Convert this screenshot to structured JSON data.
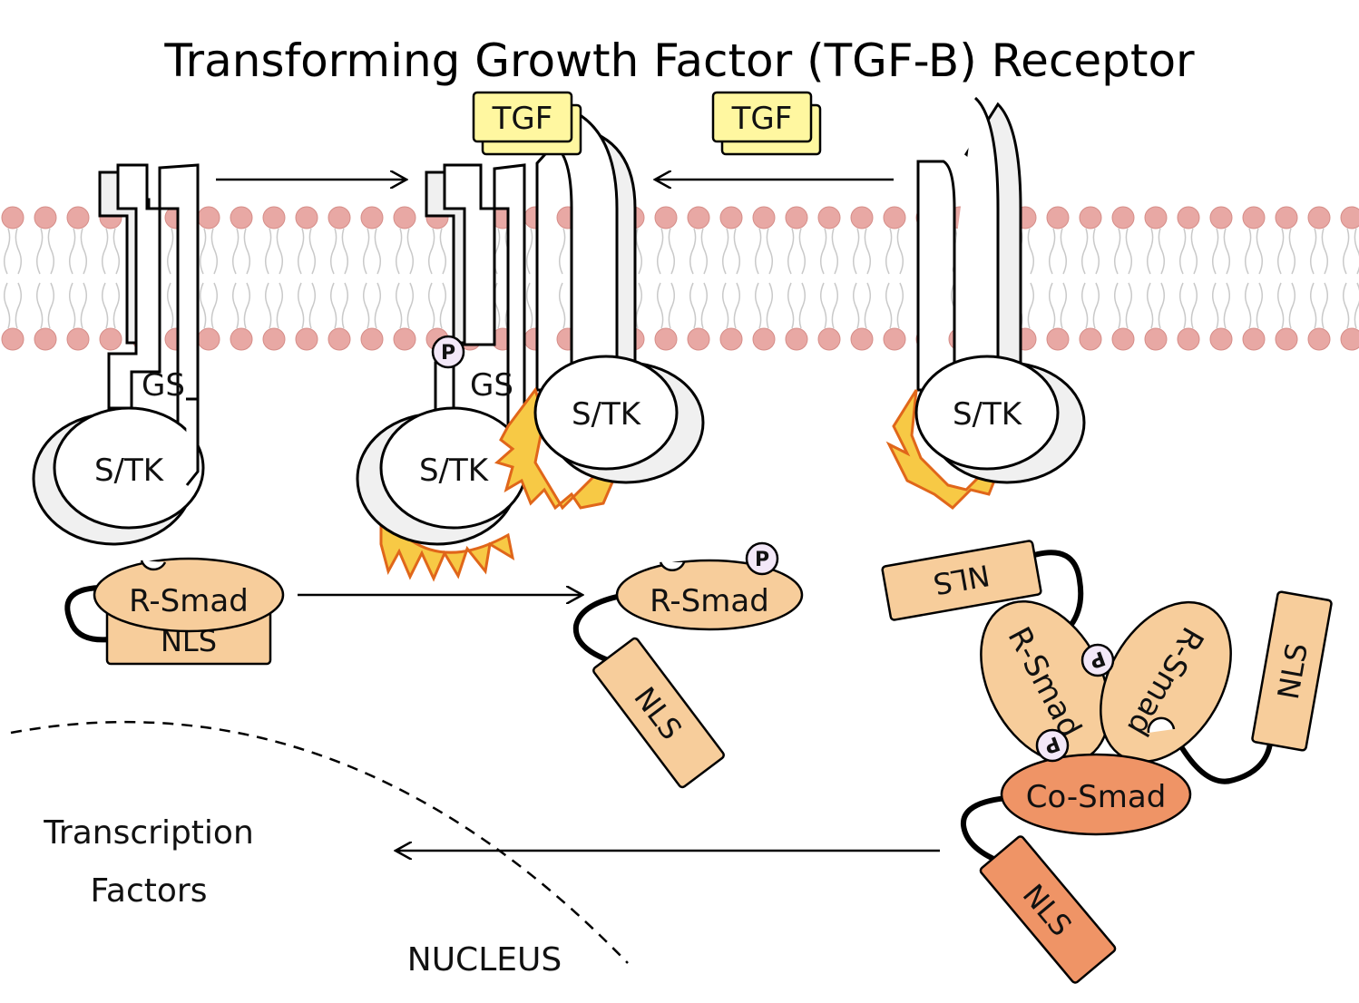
{
  "title": "Transforming Growth Factor (TGF-B) Receptor",
  "ligand_label": "TGF",
  "kinase_label": "S/TK",
  "gs_label": "GS",
  "phospho_label": "P",
  "r_smad_label": "R-Smad",
  "co_smad_label": "Co-Smad",
  "nls_label": "NLS",
  "transcription_line1": "Transcription",
  "transcription_line2": "Factors",
  "nucleus_label": "NUCLEUS",
  "colors": {
    "membrane_head": "#e8a8a4",
    "ligand": "#fff7a0",
    "r_smad": "#f7cd9b",
    "co_smad": "#ef9466",
    "phospho": "#f3e8f8",
    "activation_flame": "#f7c945"
  }
}
